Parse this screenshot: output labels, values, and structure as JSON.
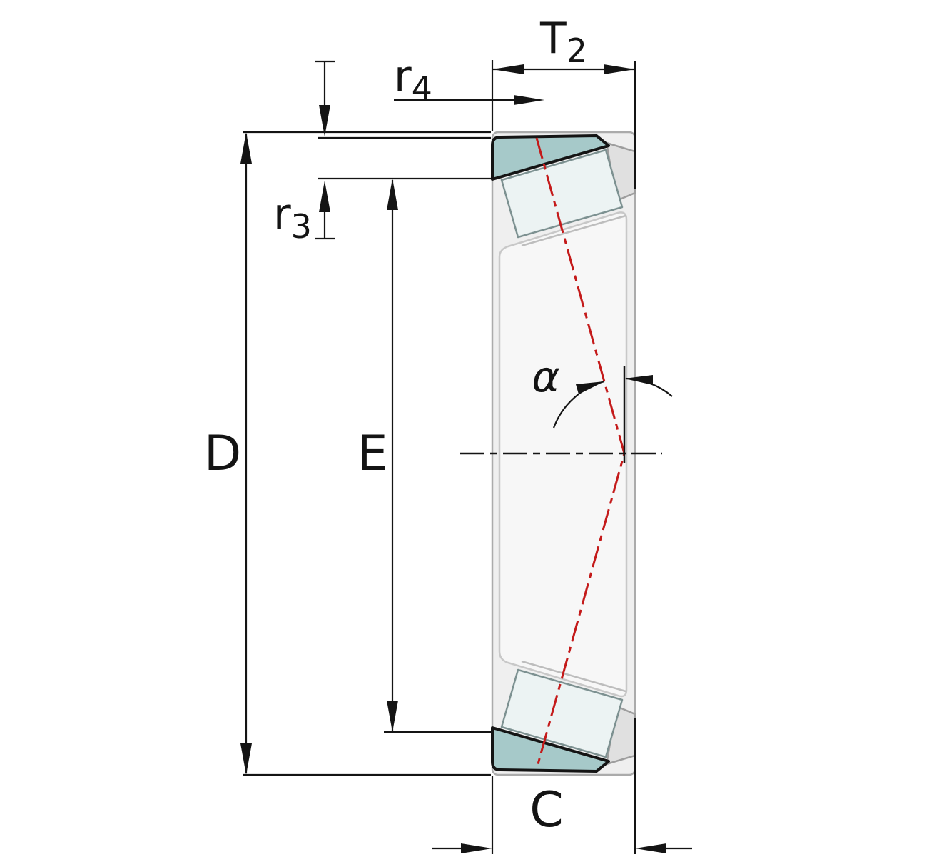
{
  "labels": {
    "t2": {
      "base": "T",
      "sub": "2"
    },
    "r4": {
      "base": "r",
      "sub": "4"
    },
    "r3": {
      "base": "r",
      "sub": "3"
    },
    "d": "D",
    "e": "E",
    "alpha": "α",
    "c": "C"
  },
  "colors": {
    "ring_section": "#a6c9c9",
    "roller": "#ecf3f3",
    "ghost_fill": "#efefef",
    "ghost_window": "#f7f7f7",
    "pressure_line": "#c41a1a",
    "outline": "#141414"
  }
}
